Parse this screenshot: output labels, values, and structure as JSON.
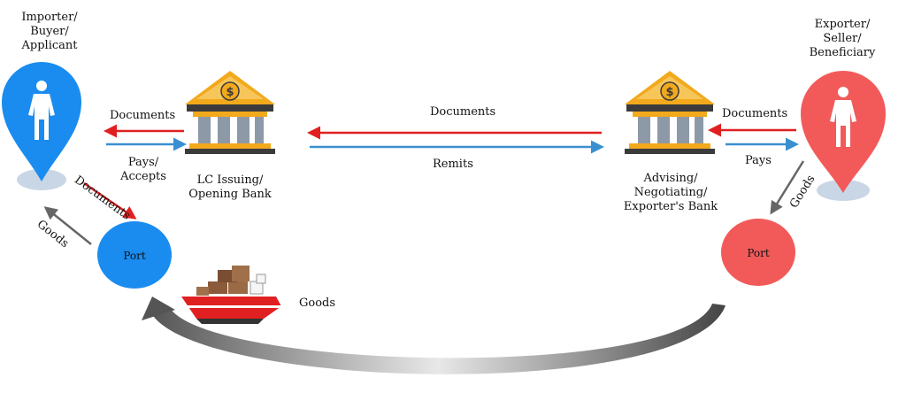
{
  "parties": {
    "importer": {
      "line1": "Importer/",
      "line2": "Buyer/",
      "line3": "Applicant"
    },
    "exporter": {
      "line1": "Exporter/",
      "line2": "Seller/",
      "line3": "Beneficiary"
    }
  },
  "banks": {
    "issuing": {
      "line1": "LC Issuing/",
      "line2": "Opening Bank"
    },
    "advising": {
      "line1": "Advising/",
      "line2": "Negotiating/",
      "line3": "Exporter's Bank"
    }
  },
  "flows": {
    "documents_to_importer": "Documents",
    "pays_accepts_line1": "Pays/",
    "pays_accepts_line2": "Accepts",
    "documents_between_banks": "Documents",
    "remits": "Remits",
    "documents_to_advising": "Documents",
    "pays_exporter": "Pays",
    "documents_to_port": "Documents",
    "goods_from_port": "Goods",
    "goods_to_port": "Goods",
    "goods_shipping": "Goods"
  },
  "ports": {
    "left": "Port",
    "right": "Port"
  },
  "colors": {
    "importer_blue": "#1a8cf0",
    "exporter_red": "#f25a5a",
    "arrow_red": "#e02020",
    "arrow_blue": "#3a8fd0",
    "bank_gold": "#f2a91c",
    "bank_column": "#8d99a6",
    "curve_gray": "#555555"
  }
}
